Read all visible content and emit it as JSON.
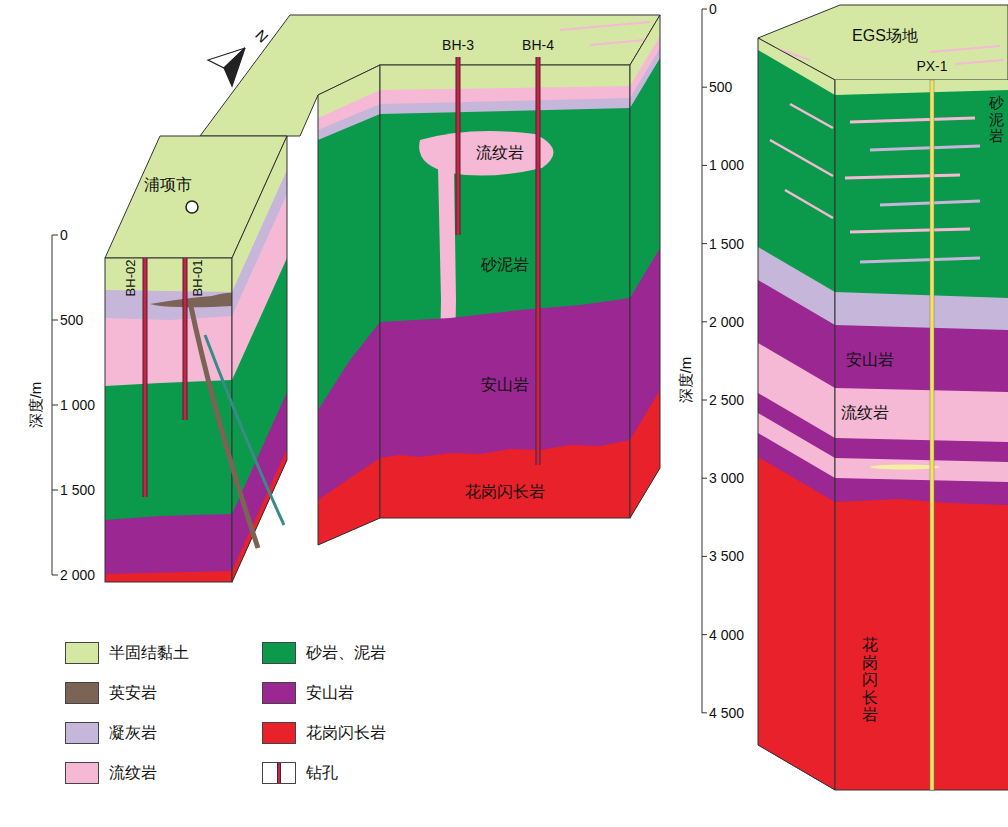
{
  "diagram": {
    "labels": [
      "浦项市",
      "BH-02",
      "BH-01",
      "深度/m",
      "0",
      "500",
      "1 000",
      "1 500",
      "2 000",
      "N",
      "BH-3",
      "BH-4",
      "流纹岩",
      "砂泥岩",
      "安山岩",
      "花岗闪长岩",
      "EGS场地",
      "PX-1",
      "砂泥岩",
      "安山岩",
      "流纹岩",
      "花岗闪长岩",
      "深度/m",
      "0",
      "500",
      "1 000",
      "1 500",
      "2 000",
      "2 500",
      "3 000",
      "3 500",
      "4 000",
      "4 500"
    ],
    "legend": [
      {
        "text": "半固结黏土",
        "color": "#d5e8a3"
      },
      {
        "text": "英安岩",
        "color": "#7b6356"
      },
      {
        "text": "凝灰岩",
        "color": "#c6b6d9"
      },
      {
        "text": "流纹岩",
        "color": "#f5b9d5"
      },
      {
        "text": "砂岩、泥岩",
        "color": "#0b9a4b"
      },
      {
        "text": "安山岩",
        "color": "#9b2792"
      },
      {
        "text": "花岗闪长岩",
        "color": "#e8212b"
      },
      {
        "text": "钻孔"
      }
    ]
  }
}
